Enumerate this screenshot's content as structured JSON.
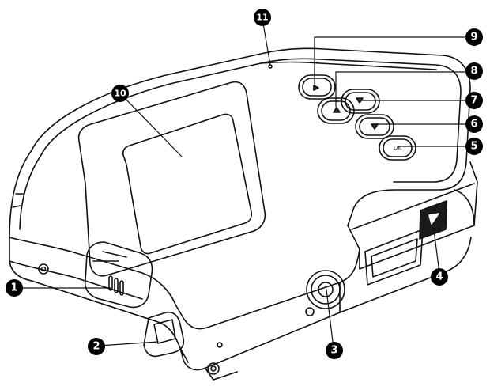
{
  "callouts": {
    "c1": "1",
    "c2": "2",
    "c3": "3",
    "c4": "4",
    "c5": "5",
    "c6": "6",
    "c7": "7",
    "c8": "8",
    "c9": "9",
    "c10": "10",
    "c11": "11"
  },
  "buttons": {
    "ok_label": "OK"
  },
  "colors": {
    "line": "#111111",
    "callout_fill": "#000000",
    "accent_fill": "#1a1a1a"
  }
}
